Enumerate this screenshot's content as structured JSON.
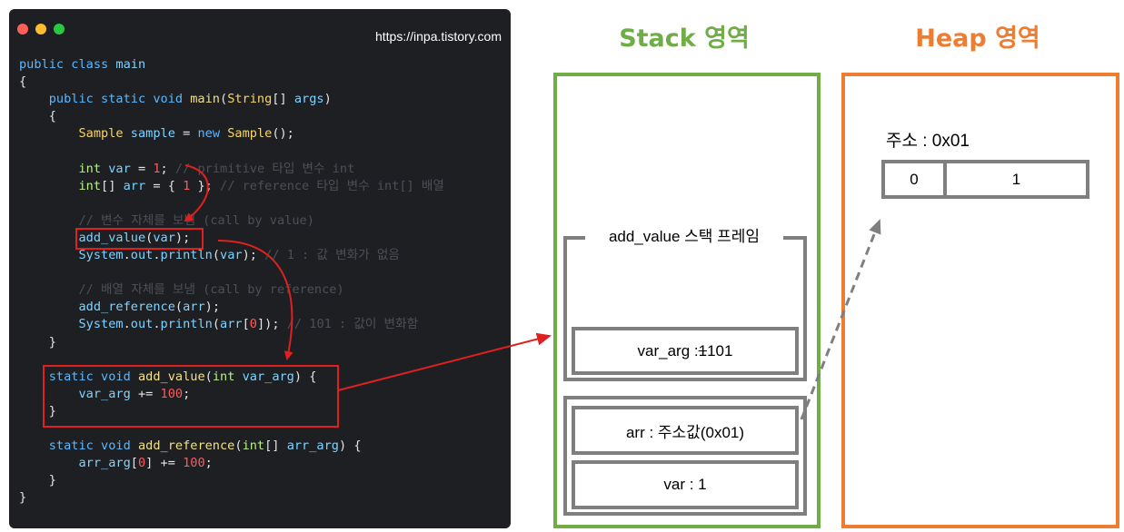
{
  "window": {
    "url": "https://inpa.tistory.com"
  },
  "code_lines": [
    [
      [
        "kw",
        "public class "
      ],
      [
        "var",
        "main"
      ]
    ],
    [
      [
        "pl",
        "{"
      ]
    ],
    [
      [
        "pl",
        "    "
      ],
      [
        "kw",
        "public static void "
      ],
      [
        "fn",
        "main"
      ],
      [
        "pl",
        "("
      ],
      [
        "ty",
        "String"
      ],
      [
        "pl",
        "[] "
      ],
      [
        "var",
        "args"
      ],
      [
        "pl",
        ")"
      ]
    ],
    [
      [
        "pl",
        "    {"
      ]
    ],
    [
      [
        "pl",
        "        "
      ],
      [
        "ty",
        "Sample "
      ],
      [
        "var",
        "sample"
      ],
      [
        "pl",
        " = "
      ],
      [
        "kw",
        "new "
      ],
      [
        "ty",
        "Sample"
      ],
      [
        "pl",
        "();"
      ]
    ],
    [
      [
        "pl",
        ""
      ]
    ],
    [
      [
        "pl",
        "        "
      ],
      [
        "tyb",
        "int "
      ],
      [
        "var",
        "var"
      ],
      [
        "pl",
        " = "
      ],
      [
        "num",
        "1"
      ],
      [
        "pl",
        "; "
      ],
      [
        "cm",
        "// primitive 타입 변수 int"
      ]
    ],
    [
      [
        "pl",
        "        "
      ],
      [
        "tyb",
        "int"
      ],
      [
        "pl",
        "[] "
      ],
      [
        "var",
        "arr"
      ],
      [
        "pl",
        " = { "
      ],
      [
        "num",
        "1"
      ],
      [
        "pl",
        " }; "
      ],
      [
        "cm",
        "// reference 타입 변수 int[] 배열"
      ]
    ],
    [
      [
        "pl",
        ""
      ]
    ],
    [
      [
        "pl",
        "        "
      ],
      [
        "cm",
        "// 변수 자체를 보냄 (call by value)"
      ]
    ],
    [
      [
        "pl",
        "        "
      ],
      [
        "var",
        "add_value"
      ],
      [
        "pl",
        "("
      ],
      [
        "var",
        "var"
      ],
      [
        "pl",
        ");"
      ]
    ],
    [
      [
        "pl",
        "        "
      ],
      [
        "var",
        "System"
      ],
      [
        "pl",
        "."
      ],
      [
        "var",
        "out"
      ],
      [
        "pl",
        "."
      ],
      [
        "var",
        "println"
      ],
      [
        "pl",
        "("
      ],
      [
        "var",
        "var"
      ],
      [
        "pl",
        "); "
      ],
      [
        "cm",
        "// 1 : 값 변화가 없음"
      ]
    ],
    [
      [
        "pl",
        ""
      ]
    ],
    [
      [
        "pl",
        "        "
      ],
      [
        "cm",
        "// 배열 자체를 보냄 (call by reference)"
      ]
    ],
    [
      [
        "pl",
        "        "
      ],
      [
        "var",
        "add_reference"
      ],
      [
        "pl",
        "("
      ],
      [
        "var",
        "arr"
      ],
      [
        "pl",
        ");"
      ]
    ],
    [
      [
        "pl",
        "        "
      ],
      [
        "var",
        "System"
      ],
      [
        "pl",
        "."
      ],
      [
        "var",
        "out"
      ],
      [
        "pl",
        "."
      ],
      [
        "var",
        "println"
      ],
      [
        "pl",
        "("
      ],
      [
        "var",
        "arr"
      ],
      [
        "pl",
        "["
      ],
      [
        "num",
        "0"
      ],
      [
        "pl",
        "]); "
      ],
      [
        "cm",
        "// 101 : 값이 변화함"
      ]
    ],
    [
      [
        "pl",
        "    }"
      ]
    ],
    [
      [
        "pl",
        ""
      ]
    ],
    [
      [
        "pl",
        "    "
      ],
      [
        "kw",
        "static void "
      ],
      [
        "fn",
        "add_value"
      ],
      [
        "pl",
        "("
      ],
      [
        "tyb",
        "int "
      ],
      [
        "var",
        "var_arg"
      ],
      [
        "pl",
        ") {"
      ]
    ],
    [
      [
        "pl",
        "        "
      ],
      [
        "var",
        "var_arg"
      ],
      [
        "pl",
        " += "
      ],
      [
        "num",
        "100"
      ],
      [
        "pl",
        ";"
      ]
    ],
    [
      [
        "pl",
        "    }"
      ]
    ],
    [
      [
        "pl",
        ""
      ]
    ],
    [
      [
        "pl",
        "    "
      ],
      [
        "kw",
        "static void "
      ],
      [
        "fn",
        "add_reference"
      ],
      [
        "pl",
        "("
      ],
      [
        "tyb",
        "int"
      ],
      [
        "pl",
        "[] "
      ],
      [
        "var",
        "arr_arg"
      ],
      [
        "pl",
        ") {"
      ]
    ],
    [
      [
        "pl",
        "        "
      ],
      [
        "var",
        "arr_arg"
      ],
      [
        "pl",
        "["
      ],
      [
        "num",
        "0"
      ],
      [
        "pl",
        "] += "
      ],
      [
        "num",
        "100"
      ],
      [
        "pl",
        ";"
      ]
    ],
    [
      [
        "pl",
        "    }"
      ]
    ],
    [
      [
        "pl",
        "}"
      ]
    ]
  ],
  "stack": {
    "title": "Stack 영역",
    "frame_label": "add_value 스택 프레임",
    "var_arg_name": "var_arg : ",
    "var_arg_old": "1",
    "var_arg_new": " 101",
    "arr_label": "arr : 주소값(0x01)",
    "var_label": "var : 1"
  },
  "heap": {
    "title": "Heap 영역",
    "address_label": "주소 : 0x01",
    "cell_index": "0",
    "cell_value": "1"
  },
  "colors": {
    "stack": "#70ad47",
    "heap": "#ed7d31",
    "frame_border": "#7f7f7f",
    "arrow_red": "#e02020",
    "arrow_gray": "#7f7f7f"
  }
}
